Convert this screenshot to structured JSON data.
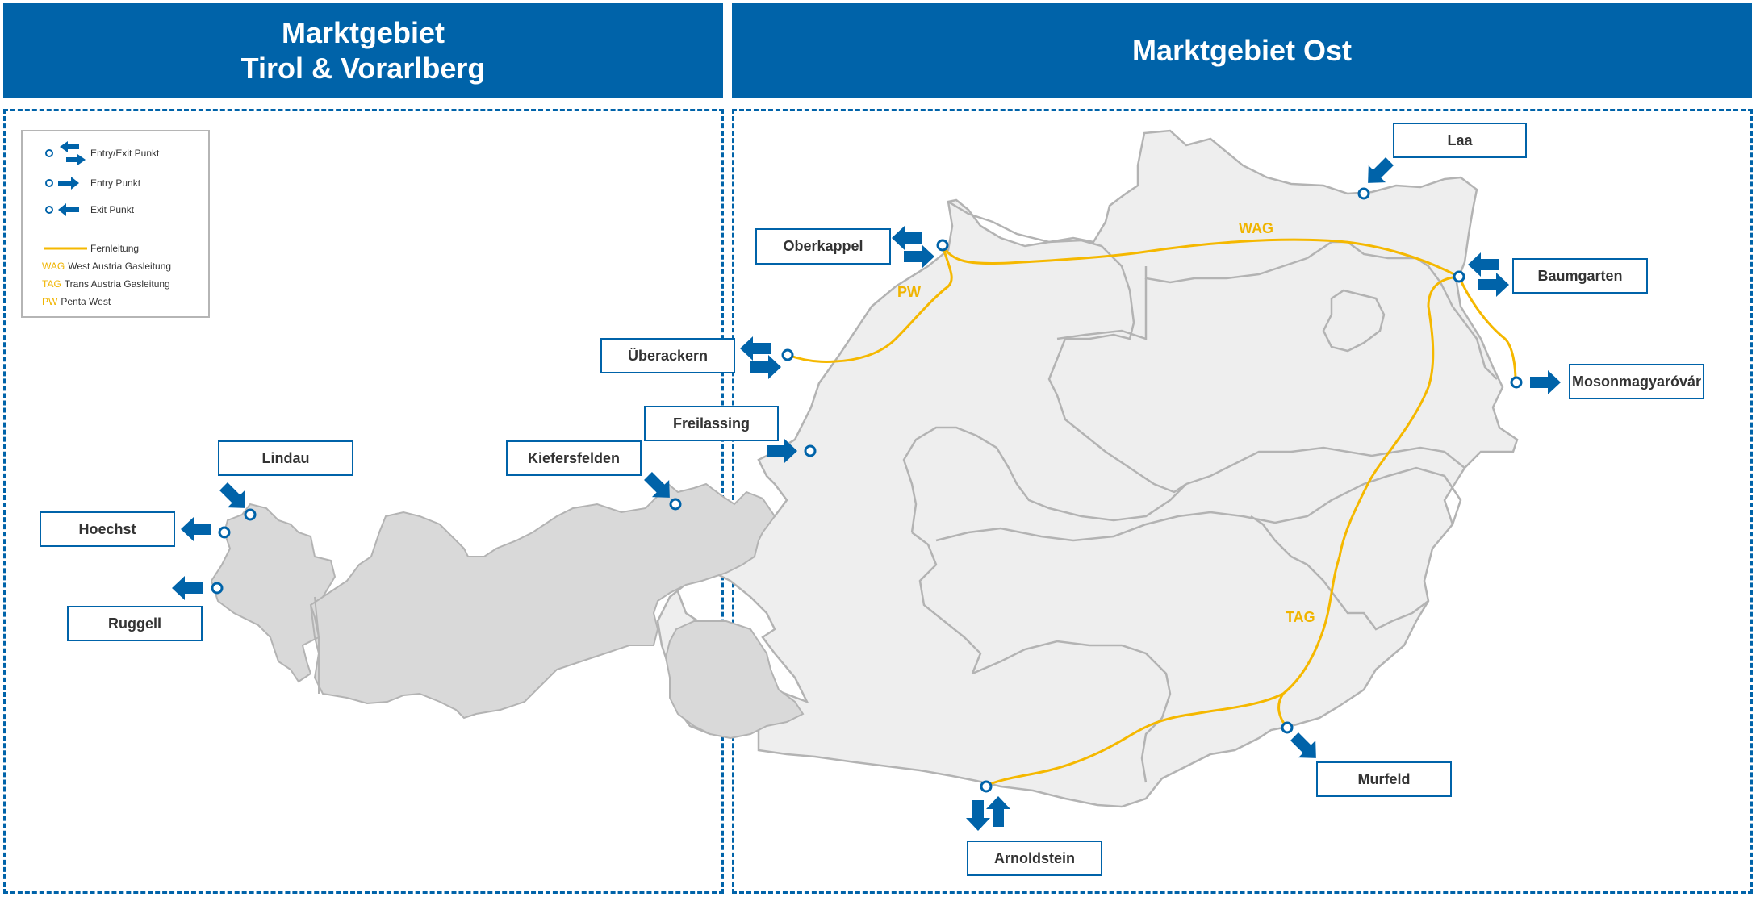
{
  "headers": {
    "west_line1": "Marktgebiet",
    "west_line2": "Tirol & Vorarlberg",
    "east": "Marktgebiet Ost"
  },
  "legend": {
    "entry_exit": "Entry/Exit Punkt",
    "entry": "Entry Punkt",
    "exit": "Exit Punkt",
    "pipeline": "Fernleitung",
    "wag_abbr": "WAG",
    "wag_name": "West Austria Gasleitung",
    "tag_abbr": "TAG",
    "tag_name": "Trans Austria Gasleitung",
    "pw_abbr": "PW",
    "pw_name": "Penta West"
  },
  "points": {
    "laa": "Laa",
    "oberkappel": "Oberkappel",
    "baumgarten": "Baumgarten",
    "ueberackern": "Überackern",
    "mosonmagyarovar": "Mosonmagyaróvár",
    "freilassing": "Freilassing",
    "kiefersfelden": "Kiefersfelden",
    "lindau": "Lindau",
    "hoechst": "Hoechst",
    "ruggell": "Ruggell",
    "murfeld": "Murfeld",
    "arnoldstein": "Arnoldstein"
  },
  "pipelines": {
    "wag": "WAG",
    "pw": "PW",
    "tag": "TAG"
  },
  "colors": {
    "brand_blue": "#0063a9",
    "pipeline_yellow": "#f5b800",
    "west_fill": "#d9d9d9",
    "east_fill": "#eeeeee"
  }
}
